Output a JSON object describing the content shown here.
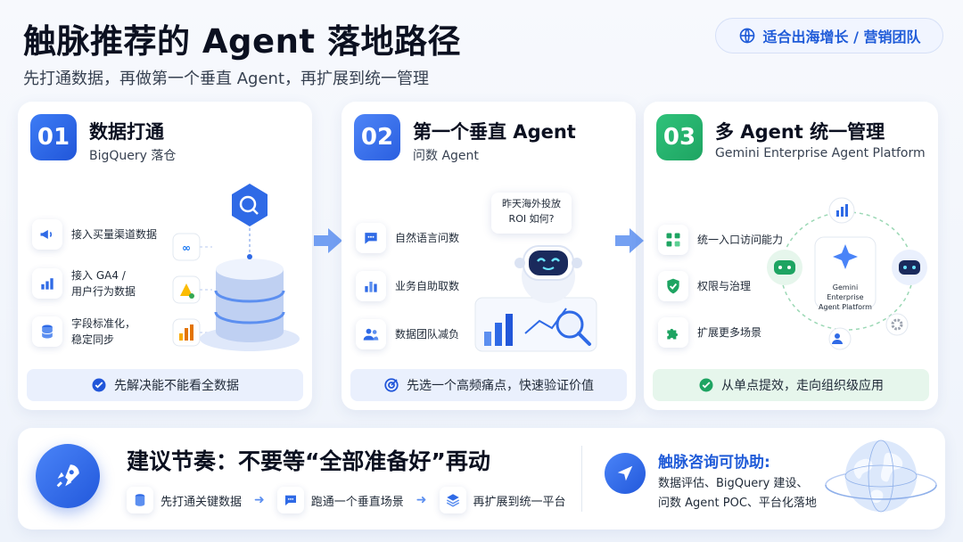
{
  "header": {
    "title": "触脉推荐的 Agent 落地路径",
    "subtitle": "先打通数据，再做第一个垂直 Agent，再扩展到统一管理",
    "tag": "适合出海增长 / 营销团队"
  },
  "cards": [
    {
      "num": "01",
      "title": "数据打通",
      "subtitle": "BigQuery 落仓",
      "items": [
        {
          "text": "接入买量渠道数据",
          "icon": "megaphone-icon"
        },
        {
          "text": "接入 GA4 /\n用户行为数据",
          "icon": "bar-chart-icon"
        },
        {
          "text": "字段标准化，\n稳定同步",
          "icon": "database-icon"
        }
      ],
      "footer": "先解决能不能看全数据",
      "colors": {
        "accent": "#2156d9"
      }
    },
    {
      "num": "02",
      "title": "第一个垂直 Agent",
      "subtitle": "问数 Agent",
      "speech": "昨天海外投放\nROI 如何?",
      "items": [
        {
          "text": "自然语言问数",
          "icon": "chat-icon"
        },
        {
          "text": "业务自助取数",
          "icon": "bar-chart-icon"
        },
        {
          "text": "数据团队减负",
          "icon": "users-icon"
        }
      ],
      "footer": "先选一个高频痛点，快速验证价值",
      "colors": {
        "accent": "#2a5fe0"
      }
    },
    {
      "num": "03",
      "title": "多 Agent 统一管理",
      "subtitle": "Gemini Enterprise Agent Platform",
      "hub": "Gemini\nEnterprise\nAgent Platform",
      "items": [
        {
          "text": "统一入口访问能力",
          "icon": "grid-icon"
        },
        {
          "text": "权限与治理",
          "icon": "shield-icon"
        },
        {
          "text": "扩展更多场景",
          "icon": "puzzle-icon"
        }
      ],
      "footer": "从单点提效，走向组织级应用",
      "colors": {
        "accent": "#1ea462"
      }
    }
  ],
  "recommendation": {
    "title": "建议节奏：不要等“全部准备好”再动",
    "steps": [
      "先打通关键数据",
      "跑通一个垂直场景",
      "再扩展到统一平台"
    ]
  },
  "consult": {
    "title": "触脉咨询可协助:",
    "lines": [
      "数据评估、BigQuery 建设、",
      "问数 Agent POC、平台化落地"
    ]
  },
  "colors": {
    "primary": "#1f5bd8",
    "green": "#1ea462",
    "dark": "#0b1020"
  }
}
